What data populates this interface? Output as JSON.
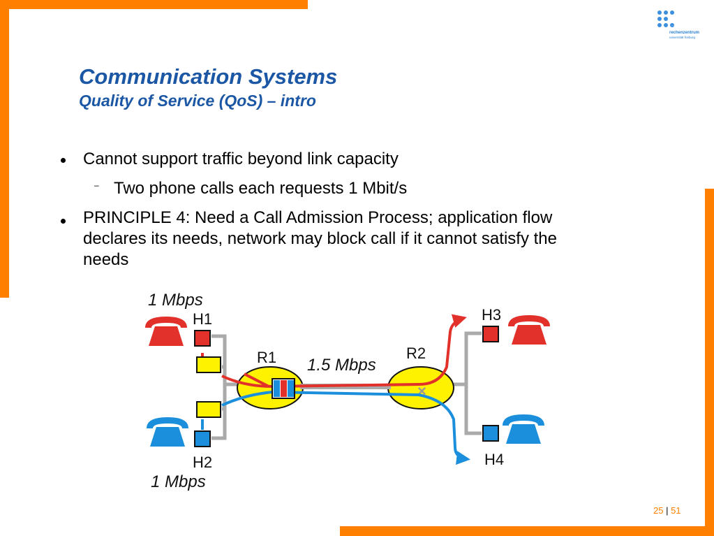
{
  "slide": {
    "title": "Communication Systems",
    "subtitle": "Quality of Service (QoS) – intro"
  },
  "logo": {
    "mark": "rz",
    "name": "rechenzentrum",
    "institution": "universität freiburg"
  },
  "bullets": [
    {
      "lines": [
        "Cannot support traffic beyond link capacity"
      ],
      "sub": [
        "Two phone calls each requests 1 Mbit/s"
      ]
    },
    {
      "lines": [
        "PRINCIPLE 4: Need a Call Admission Process; application flow",
        "declares its needs, network may block call if it cannot satisfy the",
        "needs"
      ]
    }
  ],
  "diagram": {
    "rate_top": "1 Mbps",
    "rate_bottom": "1 Mbps",
    "link_rate": "1.5 Mbps",
    "hosts": [
      "H1",
      "H2",
      "H3",
      "H4"
    ],
    "routers": [
      "R1",
      "R2"
    ],
    "colors": {
      "red_flow": "#e2302a",
      "blue_flow": "#1c8fdc",
      "router": "#fff200",
      "link": "#aaaaaa"
    }
  },
  "footer": {
    "page": "25",
    "separator": "|",
    "total": "51"
  },
  "colors": {
    "accent": "#ff8000",
    "title": "#1b57a5"
  }
}
